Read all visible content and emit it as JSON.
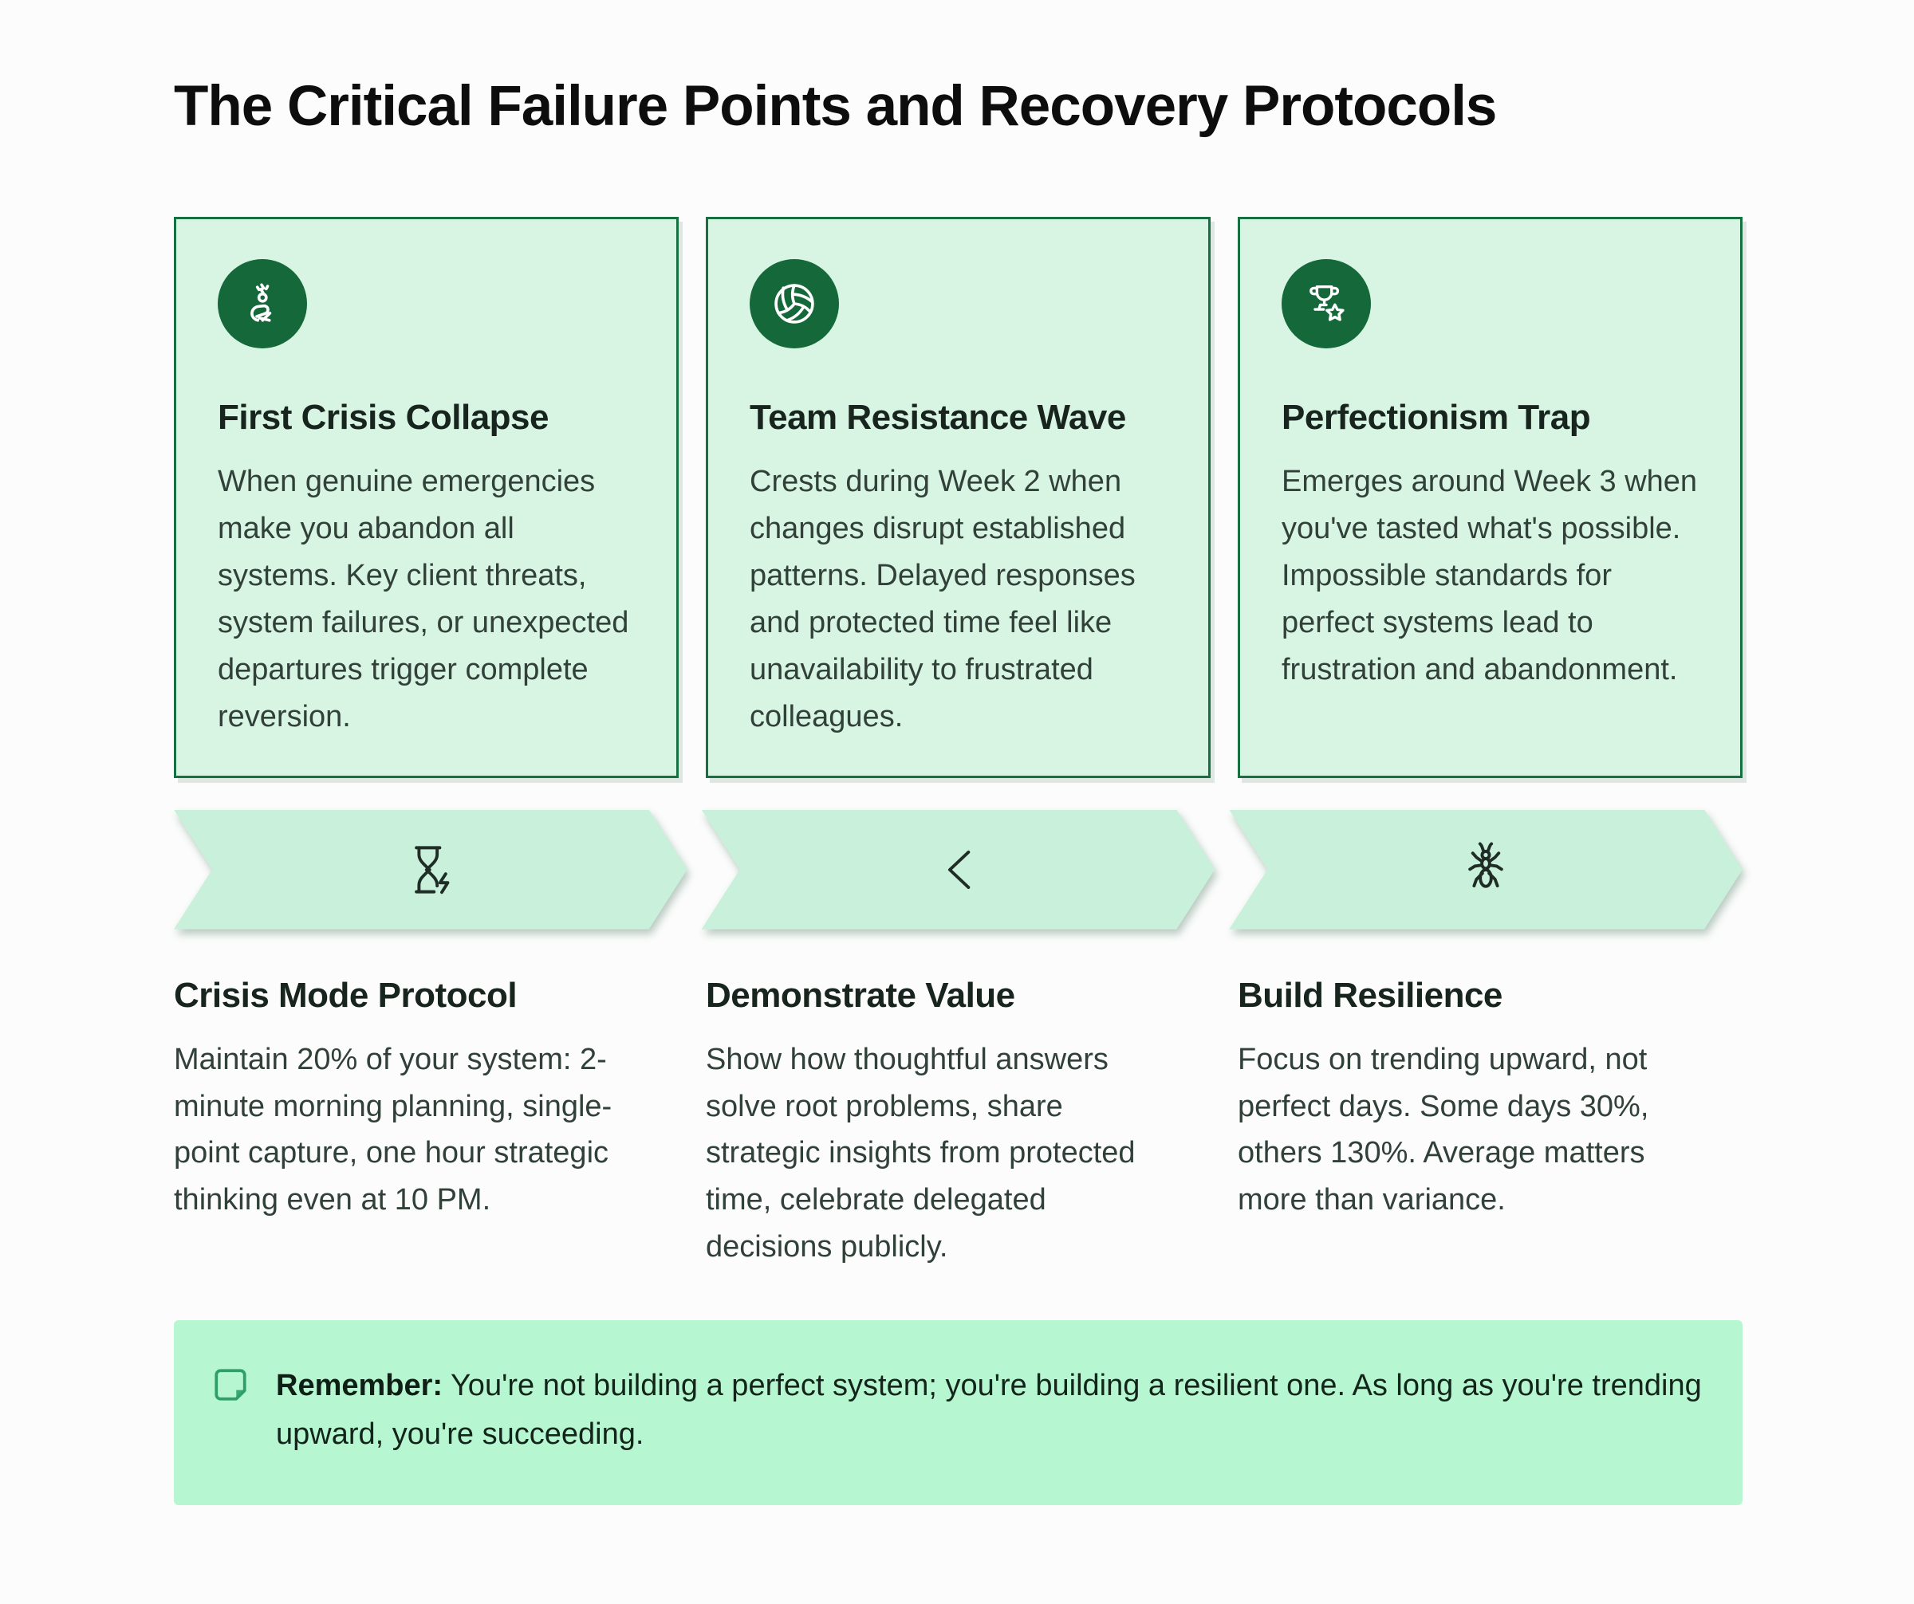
{
  "page": {
    "title": "The Critical Failure Points and Recovery Protocols"
  },
  "cards": [
    {
      "icon": "stressed-person-icon",
      "title": "First Crisis Collapse",
      "body": "When genuine emergencies make you abandon all systems. Key client threats, system failures, or unexpected departures trigger complete reversion."
    },
    {
      "icon": "volleyball-icon",
      "title": "Team Resistance Wave",
      "body": "Crests during Week 2 when changes disrupt established patterns. Delayed responses and protected time feel like unavailability to frustrated colleagues."
    },
    {
      "icon": "trophy-star-icon",
      "title": "Perfectionism Trap",
      "body": "Emerges around Week 3 when you've tasted what's possible. Impossible standards for perfect systems lead to frustration and abandonment."
    }
  ],
  "steps": [
    {
      "icon": "hourglass-lightning-icon",
      "title": "Crisis Mode Protocol",
      "body": "Maintain 20% of your system: 2-minute morning planning, single-point capture, one hour strategic thinking even at 10 PM."
    },
    {
      "icon": "less-than-icon",
      "title": "Demonstrate Value",
      "body": "Show how thoughtful answers solve root problems, share strategic insights from protected time, celebrate delegated decisions publicly."
    },
    {
      "icon": "ant-icon",
      "title": "Build Resilience",
      "body": "Focus on trending upward, not perfect days. Some days 30%, others 130%. Average matters more than variance."
    }
  ],
  "note": {
    "icon": "sticky-note-icon",
    "label": "Remember:",
    "text": "You're not building a perfect system; you're building a resilient one. As long as you're trending upward, you're succeeding."
  },
  "colors": {
    "page_bg": "#fbfcfb",
    "card_bg": "#d8f5e4",
    "card_border": "#176f42",
    "icon_circle_bg": "#156839",
    "icon_glyph": "#ffffff",
    "arrow_fill": "#c9f0db",
    "note_bg": "#b6f6d1",
    "note_icon": "#2f9e68",
    "title_text": "#0c0d0c",
    "heading_text": "#18241e",
    "body_text": "#31413a"
  }
}
